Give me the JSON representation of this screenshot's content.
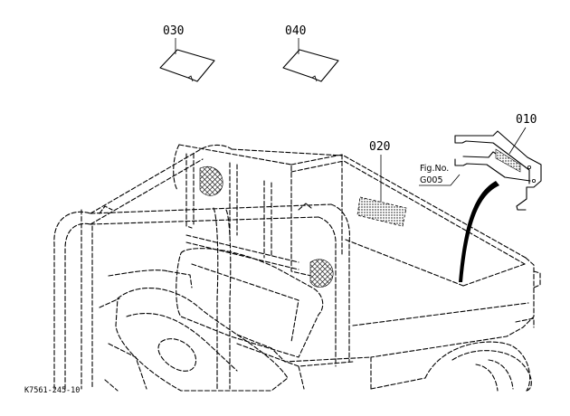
{
  "parts": [
    {
      "number": "030"
    },
    {
      "number": "040"
    },
    {
      "number": "020"
    },
    {
      "number": "010"
    }
  ],
  "fig_ref": {
    "line1": "Fig.No.",
    "line2": "G005"
  },
  "drawing_code": "K7561-245-10",
  "colors": {
    "ink": "#000000",
    "paper": "#ffffff"
  }
}
